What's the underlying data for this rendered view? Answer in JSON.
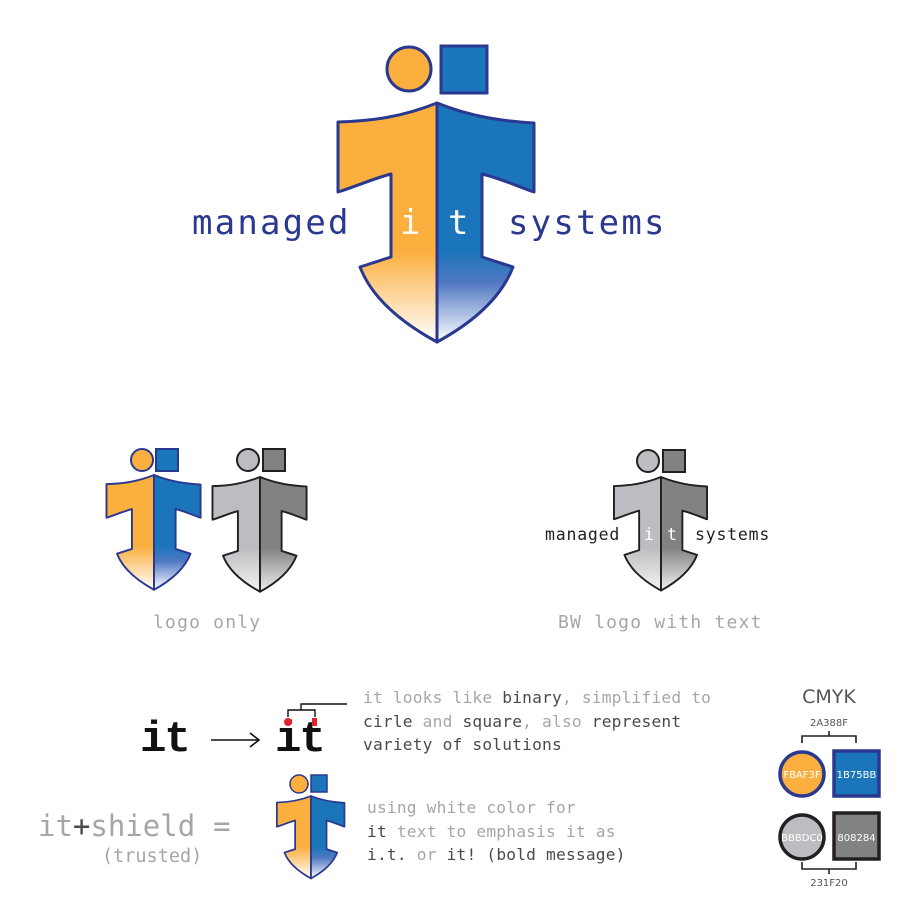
{
  "colors": {
    "orange": "#FBAF3F",
    "blue": "#1B75BB",
    "navy": "#2A388F",
    "light_grey": "#BBBDC0",
    "dark_grey": "#808284",
    "black": "#231F20",
    "caption_grey": "#a6a6a6",
    "text_dark": "#4a4a4a"
  },
  "main_logo": {
    "text_left": "managed",
    "letter_i": "i",
    "letter_t": "t",
    "text_right": "systems"
  },
  "variants": {
    "logo_only_caption": "logo only",
    "bw_caption": "BW logo with text",
    "bw_text_left": "managed",
    "bw_letter_i": "i",
    "bw_letter_t": "t",
    "bw_text_right": "systems"
  },
  "concept": {
    "it_plain": "it",
    "it_transformed": "it",
    "arrow": "⟶",
    "binary_desc": [
      [
        {
          "t": "it looks like ",
          "s": "lt"
        },
        {
          "t": "binary",
          "s": "dk"
        },
        {
          "t": ", simplified to",
          "s": "lt"
        }
      ],
      [
        {
          "t": "cirle",
          "s": "dk"
        },
        {
          "t": " and ",
          "s": "lt"
        },
        {
          "t": "square",
          "s": "dk"
        },
        {
          "t": ", also ",
          "s": "lt"
        },
        {
          "t": "represent",
          "s": "dk"
        }
      ],
      [
        {
          "t": "variety of solutions",
          "s": "dk"
        }
      ]
    ],
    "equation_it": "it",
    "equation_plus": "+",
    "equation_shield": "shield",
    "equation_equals": "=",
    "equation_sub": "(trusted)",
    "white_desc": [
      [
        {
          "t": "using white color for",
          "s": "lt"
        }
      ],
      [
        {
          "t": "it",
          "s": "dk"
        },
        {
          "t": " text to emphasis it as",
          "s": "lt"
        }
      ],
      [
        {
          "t": "i.t.",
          "s": "dk"
        },
        {
          "t": " or ",
          "s": "lt"
        },
        {
          "t": "it! (bold message)",
          "s": "dk"
        }
      ]
    ]
  },
  "palette": {
    "title": "CMYK",
    "top_bracket_label": "2A388F",
    "bottom_bracket_label": "231F20",
    "swatches": [
      {
        "shape": "circle",
        "label": "FBAF3F"
      },
      {
        "shape": "square",
        "label": "1B75BB"
      },
      {
        "shape": "circle",
        "label": "BBBDC0"
      },
      {
        "shape": "square",
        "label": "808284"
      }
    ]
  }
}
